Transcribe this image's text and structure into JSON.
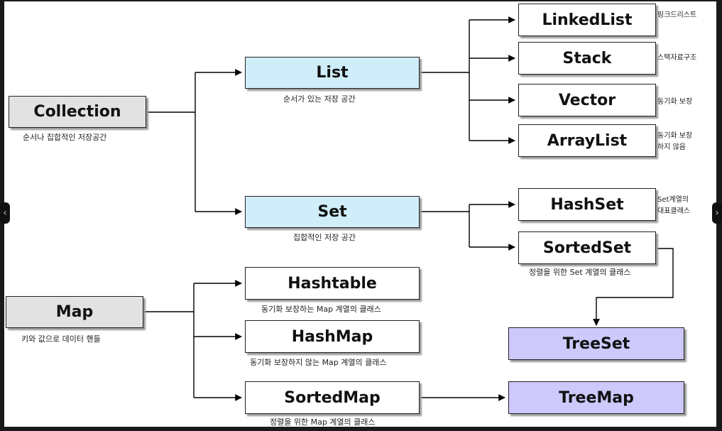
{
  "nodes": {
    "collection": {
      "label": "Collection",
      "caption": "순서나 집합적인 저장공간"
    },
    "list": {
      "label": "List",
      "caption": "순서가 있는 저장 공간"
    },
    "set": {
      "label": "Set",
      "caption": "집합적인 저장 공간"
    },
    "map": {
      "label": "Map",
      "caption": "키와 값으로 데이터 핸들"
    },
    "linkedlist": {
      "label": "LinkedList",
      "note": "링크드리스트"
    },
    "stack": {
      "label": "Stack",
      "note": "스택자료구조"
    },
    "vector": {
      "label": "Vector",
      "note": "동기화 보장"
    },
    "arraylist": {
      "label": "ArrayList",
      "note_line1": "동기화 보장",
      "note_line2": "하지 않음"
    },
    "hashset": {
      "label": "HashSet",
      "note_line1": "Set계열의",
      "note_line2": "대표클래스"
    },
    "sortedset": {
      "label": "SortedSet",
      "caption": "정렬을 위한 Set 계열의 클래스"
    },
    "hashtable": {
      "label": "Hashtable",
      "caption": "동기화 보장하는 Map 계열의 클래스"
    },
    "hashmap": {
      "label": "HashMap",
      "caption": "동기화 보장하지 않는 Map 계열의 클래스"
    },
    "sortedmap": {
      "label": "SortedMap",
      "caption": "정렬을 위한 Map 계열의 클래스"
    },
    "treeset": {
      "label": "TreeSet"
    },
    "treemap": {
      "label": "TreeMap"
    }
  },
  "colors": {
    "root_fill": "#e2e2e2",
    "interface_fill": "#cfeefa",
    "class_fill": "#ffffff",
    "tree_fill": "#cdc9fb",
    "line": "#000000"
  },
  "viewer": {
    "prev_icon": "chevron-left-icon",
    "next_icon": "chevron-right-icon"
  }
}
